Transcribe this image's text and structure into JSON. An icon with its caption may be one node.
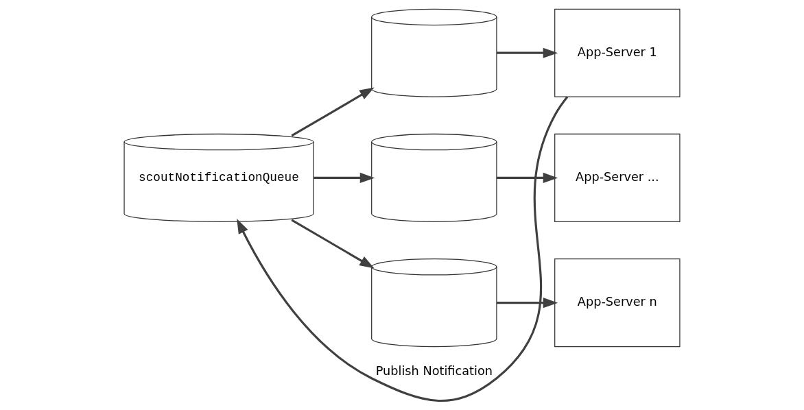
{
  "diagram": {
    "nodes": [
      {
        "text": [
          "scoutNotificationQueue"
        ]
      },
      {
        "text": [],
        "shape": "cylinder"
      },
      {
        "text": [],
        "shape": "cylinder"
      },
      {
        "text": [],
        "shape": "cylinder"
      },
      {
        "text": [
          "App-Server 1"
        ]
      },
      {
        "text": [
          "App-Server ..."
        ]
      },
      {
        "text": [
          "App-Server n"
        ]
      }
    ],
    "edges": [
      {
        "from": 4,
        "to": 0,
        "arrow": "to",
        "label": "Publish Notification"
      },
      {
        "from": 0,
        "to": 1,
        "arrow": "to"
      },
      {
        "from": 0,
        "to": 2,
        "arrow": "to"
      },
      {
        "from": 0,
        "to": 3,
        "arrow": "to"
      },
      {
        "from": 1,
        "to": 4,
        "arrow": "to"
      },
      {
        "from": 2,
        "to": 5,
        "arrow": "to"
      },
      {
        "from": 3,
        "to": 6,
        "arrow": "to"
      }
    ]
  }
}
